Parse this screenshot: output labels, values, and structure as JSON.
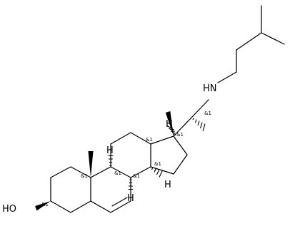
{
  "molecule": {
    "atoms": {
      "hydroxyl": "HO",
      "amine": "HN",
      "h9": "H",
      "h8": "H",
      "h14": "H",
      "h17": "H"
    },
    "stereo_mark": "&1"
  }
}
